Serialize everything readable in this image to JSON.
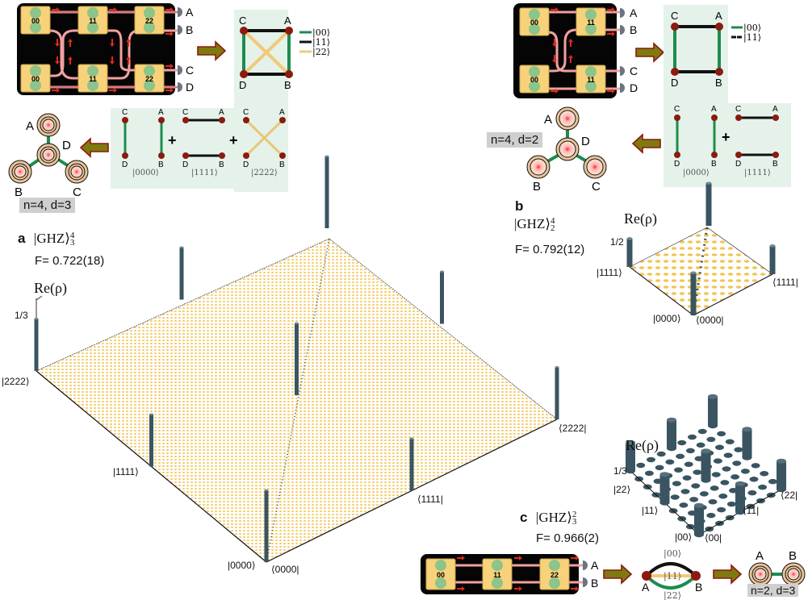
{
  "colors": {
    "chip_bg": "#050505",
    "source_fill": "#f7d27a",
    "ring_green": "#8cc48a",
    "waveguide": "#f2a0a0",
    "arrow_red": "#e0281a",
    "detector": "#6b7480",
    "green_edge": "#1e8c4e",
    "black_edge": "#111111",
    "yellow_edge": "#f2c97a",
    "node_red": "#8b1a10",
    "panel_bg": "#e4f2ea",
    "big_arrow_fill": "#7f7a10",
    "big_arrow_stroke": "#8b1a10",
    "bar_color": "#3a5561",
    "floor_dot": "#f2c453",
    "tag_bg": "#cfcfcf"
  },
  "panel_a": {
    "letter": "a",
    "state": "|GHZ⟩",
    "state_sup": "4",
    "state_sub": "3",
    "fidelity": "F= 0.722(18)",
    "tag": "n=4, d=3",
    "chip": {
      "top_sources": [
        "00",
        "11",
        "22"
      ],
      "bottom_sources": [
        "00",
        "11",
        "22"
      ],
      "detectors": [
        "A",
        "B",
        "C",
        "D"
      ]
    },
    "graph": {
      "nodes": [
        "C",
        "A",
        "D",
        "B"
      ],
      "legend": [
        {
          "label": "|00⟩",
          "color": "green"
        },
        {
          "label": "|11⟩",
          "color": "black"
        },
        {
          "label": "|22⟩",
          "color": "yellow"
        }
      ]
    },
    "decomposition": {
      "terms": [
        {
          "label": "|0000⟩",
          "nodes": [
            "C",
            "A",
            "D",
            "B"
          ]
        },
        {
          "label": "|1111⟩",
          "nodes": [
            "C",
            "A",
            "D",
            "B"
          ]
        },
        {
          "label": "|2222⟩",
          "nodes": [
            "C",
            "A",
            "D",
            "B"
          ]
        }
      ],
      "plus": "+"
    },
    "star_nodes": [
      "A",
      "D",
      "B",
      "C"
    ]
  },
  "panel_b": {
    "letter": "b",
    "state": "|GHZ⟩",
    "state_sup": "4",
    "state_sub": "2",
    "fidelity": "F=  0.792(12)",
    "tag": "n=4, d=2",
    "chip": {
      "top_sources": [
        "00",
        "11"
      ],
      "bottom_sources": [
        "00",
        "11"
      ],
      "detectors": [
        "A",
        "B",
        "C",
        "D"
      ]
    },
    "graph": {
      "nodes": [
        "C",
        "A",
        "D",
        "B"
      ],
      "legend": [
        {
          "label": "|00⟩",
          "color": "green"
        },
        {
          "label": "|11⟩",
          "color": "black"
        }
      ]
    },
    "decomposition": {
      "terms": [
        {
          "label": "|0000⟩",
          "nodes": [
            "C",
            "A",
            "D",
            "B"
          ]
        },
        {
          "label": "|1111⟩",
          "nodes": [
            "C",
            "A",
            "D",
            "B"
          ]
        }
      ],
      "plus": "+"
    },
    "star_nodes": [
      "A",
      "D",
      "B",
      "C"
    ]
  },
  "panel_c": {
    "letter": "c",
    "state": "|GHZ⟩",
    "state_sup": "2",
    "state_sub": "3",
    "fidelity": "F= 0.966(2)",
    "tag": "n=2, d=3",
    "chip": {
      "sources": [
        "00",
        "11",
        "22"
      ],
      "detectors": [
        "A",
        "B"
      ]
    },
    "graph": {
      "nodes": [
        "A",
        "B"
      ],
      "edge_labels": [
        "|00⟩",
        "|11⟩",
        "|22⟩"
      ]
    },
    "pair_nodes": [
      "A",
      "B"
    ]
  },
  "chart_data": [
    {
      "type": "bar3d",
      "title": "|GHZ⟩^4_3 density matrix",
      "zlabel": "Re(ρ)",
      "ztick": "1/3",
      "dimension": 81,
      "row_labels": [
        "|0000⟩",
        "|1111⟩",
        "|2222⟩"
      ],
      "col_labels": [
        "⟨0000|",
        "⟨1111|",
        "⟨2222|"
      ],
      "ideal_value": 0.3333,
      "nonzero_elements": [
        {
          "row": "|0000⟩",
          "col": "⟨0000|",
          "value": 0.33
        },
        {
          "row": "|0000⟩",
          "col": "⟨1111|",
          "value": 0.24
        },
        {
          "row": "|0000⟩",
          "col": "⟨2222|",
          "value": 0.24
        },
        {
          "row": "|1111⟩",
          "col": "⟨0000|",
          "value": 0.24
        },
        {
          "row": "|1111⟩",
          "col": "⟨1111|",
          "value": 0.33
        },
        {
          "row": "|1111⟩",
          "col": "⟨2222|",
          "value": 0.24
        },
        {
          "row": "|2222⟩",
          "col": "⟨0000|",
          "value": 0.24
        },
        {
          "row": "|2222⟩",
          "col": "⟨1111|",
          "value": 0.24
        },
        {
          "row": "|2222⟩",
          "col": "⟨2222|",
          "value": 0.33
        }
      ]
    },
    {
      "type": "bar3d",
      "title": "|GHZ⟩^4_2 density matrix",
      "zlabel": "Re(ρ)",
      "ztick": "1/2",
      "dimension": 16,
      "row_labels": [
        "|0000⟩",
        "|1111⟩"
      ],
      "col_labels": [
        "⟨0000|",
        "⟨1111|"
      ],
      "ideal_value": 0.5,
      "nonzero_elements": [
        {
          "row": "|0000⟩",
          "col": "⟨0000|",
          "value": 0.48
        },
        {
          "row": "|0000⟩",
          "col": "⟨1111|",
          "value": 0.32
        },
        {
          "row": "|1111⟩",
          "col": "⟨0000|",
          "value": 0.32
        },
        {
          "row": "|1111⟩",
          "col": "⟨1111|",
          "value": 0.48
        }
      ]
    },
    {
      "type": "bar3d",
      "title": "|GHZ⟩^2_3 density matrix",
      "zlabel": "Re(ρ)",
      "ztick": "1/3",
      "dimension": 9,
      "row_labels": [
        "|00⟩",
        "|11⟩",
        "|22⟩"
      ],
      "col_labels": [
        "⟨00|",
        "⟨11|",
        "⟨22|"
      ],
      "ideal_value": 0.3333,
      "nonzero_elements": [
        {
          "row": "|00⟩",
          "col": "⟨00|",
          "value": 0.33
        },
        {
          "row": "|00⟩",
          "col": "⟨11|",
          "value": 0.32
        },
        {
          "row": "|00⟩",
          "col": "⟨22|",
          "value": 0.32
        },
        {
          "row": "|11⟩",
          "col": "⟨00|",
          "value": 0.32
        },
        {
          "row": "|11⟩",
          "col": "⟨11|",
          "value": 0.33
        },
        {
          "row": "|11⟩",
          "col": "⟨22|",
          "value": 0.32
        },
        {
          "row": "|22⟩",
          "col": "⟨00|",
          "value": 0.32
        },
        {
          "row": "|22⟩",
          "col": "⟨11|",
          "value": 0.32
        },
        {
          "row": "|22⟩",
          "col": "⟨22|",
          "value": 0.33
        }
      ]
    }
  ]
}
